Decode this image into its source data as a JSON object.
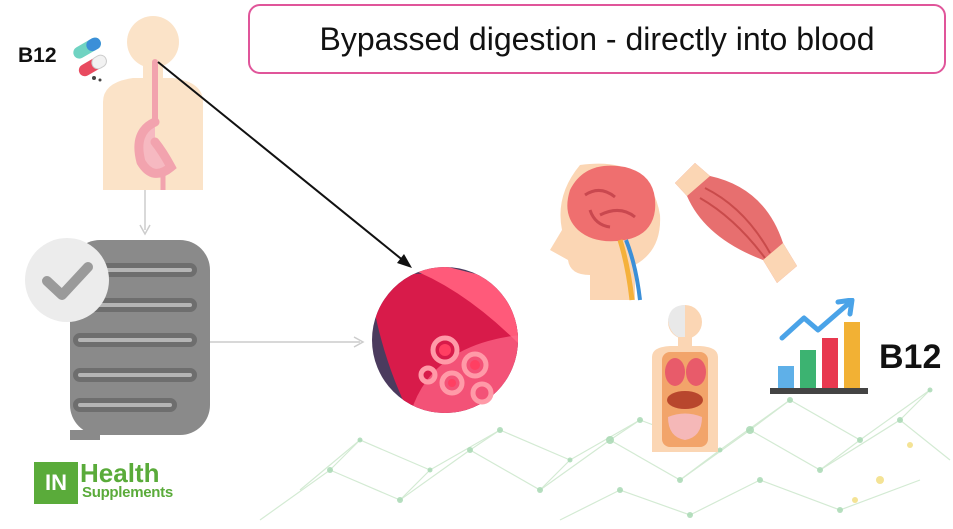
{
  "title": "Bypassed digestion - directly into blood",
  "labels": {
    "b12_top": "B12",
    "b12_right": "B12"
  },
  "logo": {
    "prefix": "IN",
    "line1": "Health",
    "line2": "Supplements"
  },
  "colors": {
    "title_border": "#e0559a",
    "logo_green": "#5aab3a",
    "arrow": "#111111"
  },
  "icons": [
    "human-digestive-icon",
    "pills-icon",
    "intestine-icon",
    "checkmark-icon",
    "blood-cells-icon",
    "brain-head-icon",
    "muscle-icon",
    "anatomy-body-icon",
    "bar-chart-up-icon",
    "molecule-network-icon"
  ]
}
